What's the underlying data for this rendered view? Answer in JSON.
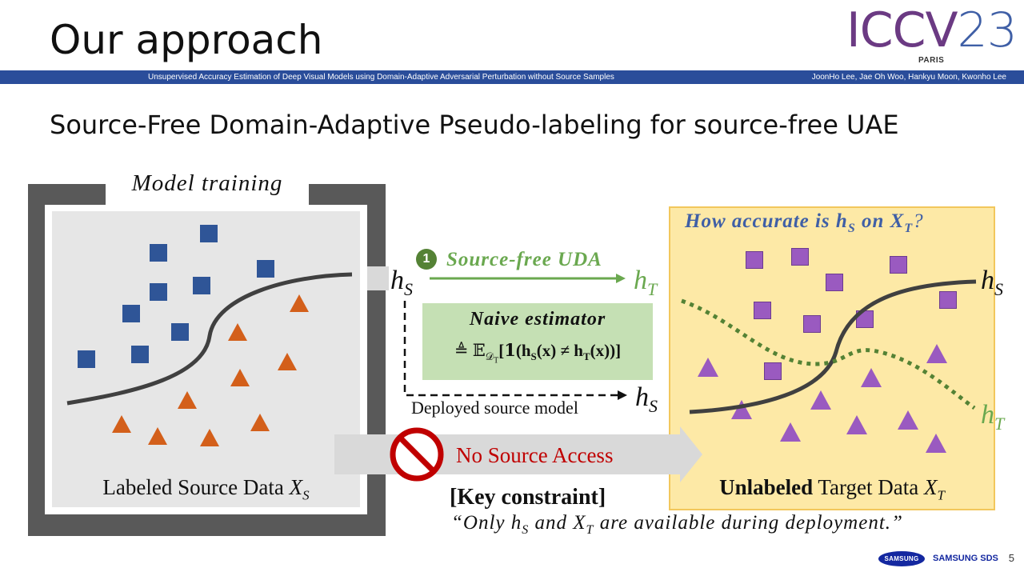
{
  "slide": {
    "title": "Our approach",
    "subtitle": "Source-Free Domain-Adaptive Pseudo-labeling for source-free UAE",
    "page_number": "5"
  },
  "header": {
    "logo_text": "ICCV",
    "logo_year": "23",
    "logo_city": "PARIS",
    "paper_title": "Unsupervised Accuracy Estimation of Deep Visual Models using Domain-Adaptive Adversarial Perturbation without Source Samples",
    "authors": "JoonHo Lee, Jae Oh Woo, Hankyu Moon, Kwonho Lee"
  },
  "diagram": {
    "model_training_label": "Model training",
    "source_label": "Labeled Source Data",
    "source_var": "X",
    "source_sub": "S",
    "h_s_symbol": "h",
    "h_s_sub": "S",
    "h_t_symbol": "h",
    "h_t_sub": "T",
    "step_number": "1",
    "uda_label": "Source-free UDA",
    "naive_title": "Naive estimator",
    "naive_formula_prefix": "≜ 𝔼",
    "naive_formula_sub": "𝒟",
    "naive_formula_subsub": "T",
    "naive_formula_body": "[𝟏(h",
    "naive_formula_mid": "(x) ≠ h",
    "naive_formula_end": "(x))]",
    "deployed_label": "Deployed source model",
    "no_access_label": "No Source Access",
    "question_prefix": "How accurate is h",
    "question_mid": "on X",
    "question_end": "?",
    "target_bold": "Unlabeled",
    "target_rest": "Target Data",
    "target_var": "X",
    "target_sub": "T",
    "key_constraint": "[Key constraint]",
    "quote_prefix": "“Only h",
    "quote_mid": "and X",
    "quote_end": "are available during deployment.”"
  },
  "footer": {
    "samsung": "SAMSUNG",
    "samsung_sds": "SAMSUNG SDS"
  },
  "colors": {
    "banner": "#2a4d9a",
    "logo_purple": "#6b3a83",
    "logo_blue": "#3f5fa6",
    "source_square": "#2f5597",
    "source_triangle": "#d35f1a",
    "target_shape": "#9a5ac0",
    "target_bg": "#fde9a6",
    "uda_green": "#6aa84f",
    "naive_bg": "#c5e0b4",
    "no_access_red": "#c00000"
  }
}
